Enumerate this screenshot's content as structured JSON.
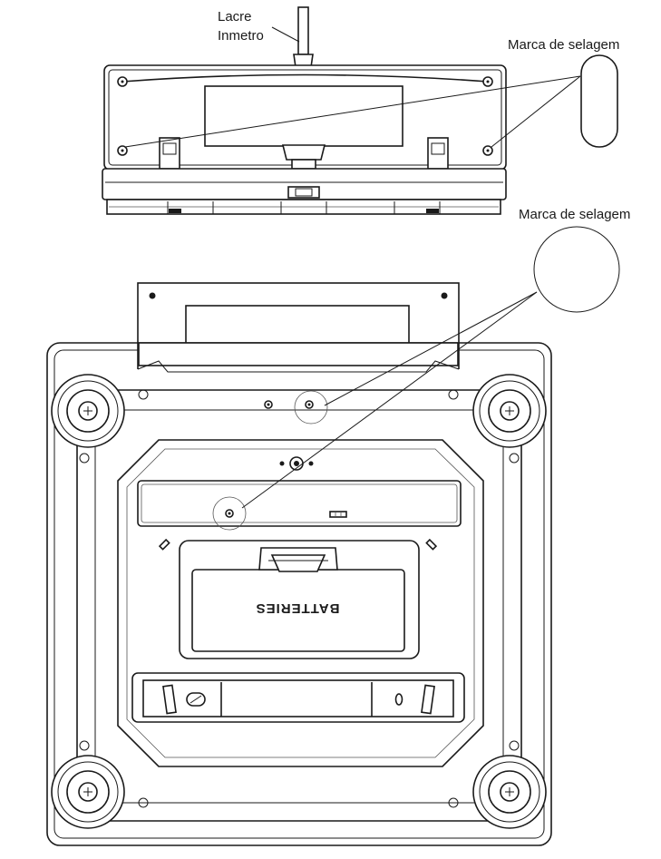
{
  "labels": {
    "seal_wire_line1": "Lacre",
    "seal_wire_line2": "Inmetro",
    "seal_mark_top": "Marca de selagem",
    "seal_mark_bottom": "Marca de selagem",
    "battery_compartment": "BATTERIES"
  }
}
